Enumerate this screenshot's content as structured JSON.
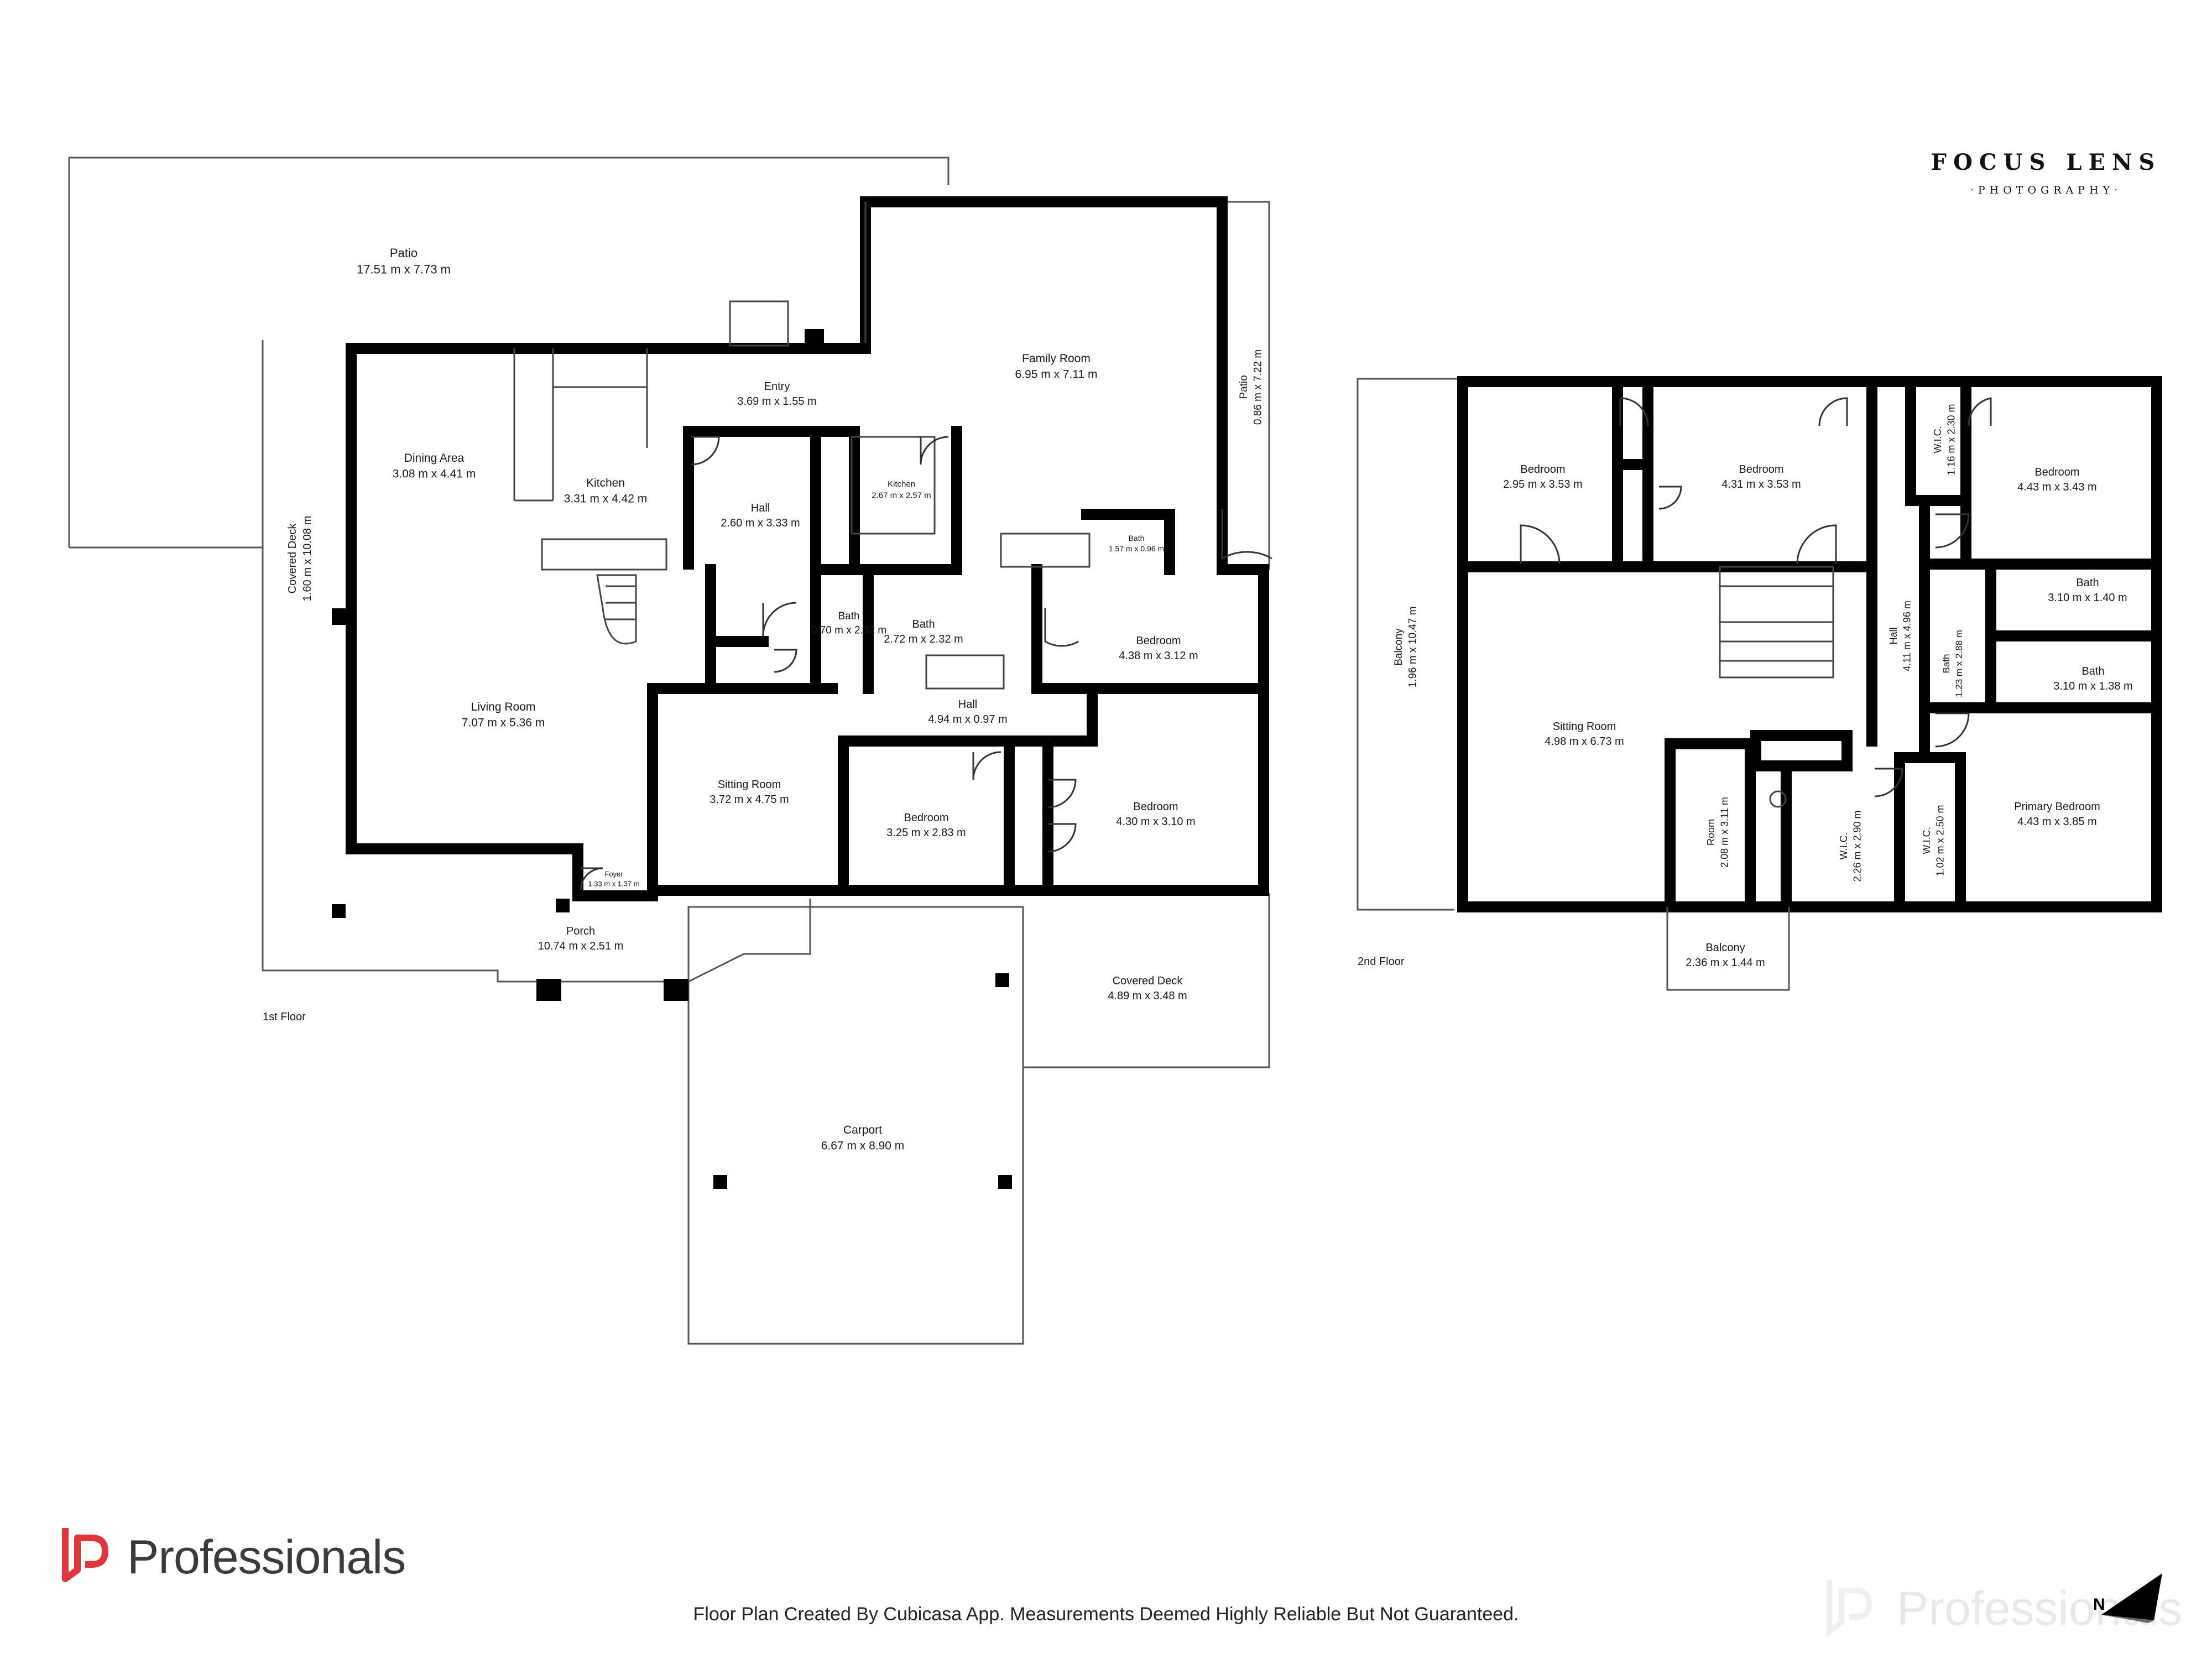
{
  "brand": {
    "line1": "FOCUS LENS",
    "line2": "·PHOTOGRAPHY·"
  },
  "floors": [
    {
      "name": "1st Floor",
      "rooms": [
        {
          "name": "Patio",
          "dims": "17.51 m x 7.73 m"
        },
        {
          "name": "Family Room",
          "dims": "6.95 m x 7.11 m"
        },
        {
          "name": "Patio",
          "dims": "0.86 m x 7.22 m"
        },
        {
          "name": "Entry",
          "dims": "3.69 m x 1.55 m"
        },
        {
          "name": "Dining Area",
          "dims": "3.08 m x 4.41 m"
        },
        {
          "name": "Kitchen",
          "dims": "3.31 m x 4.42 m"
        },
        {
          "name": "Kitchen",
          "dims": "2.67 m x 2.57 m"
        },
        {
          "name": "Hall",
          "dims": "2.60 m x 3.33 m"
        },
        {
          "name": "Bath",
          "dims": "1.57 m x 0.96 m"
        },
        {
          "name": "Covered Deck",
          "dims": "1.60 m x 10.08 m"
        },
        {
          "name": "Bath",
          "dims": "0.70 m x 2.32 m"
        },
        {
          "name": "Bath",
          "dims": "2.72 m x 2.32 m"
        },
        {
          "name": "Bedroom",
          "dims": "4.38 m x 3.12 m"
        },
        {
          "name": "Living Room",
          "dims": "7.07 m x 5.36 m"
        },
        {
          "name": "Hall",
          "dims": "4.94 m x 0.97 m"
        },
        {
          "name": "Sitting Room",
          "dims": "3.72 m x 4.75 m"
        },
        {
          "name": "Bedroom",
          "dims": "3.25 m x 2.83 m"
        },
        {
          "name": "Bedroom",
          "dims": "4.30 m x 3.10 m"
        },
        {
          "name": "Foyer",
          "dims": "1.33 m x 1.37 m"
        },
        {
          "name": "Porch",
          "dims": "10.74 m x 2.51 m"
        },
        {
          "name": "Covered Deck",
          "dims": "4.89 m x 3.48 m"
        },
        {
          "name": "Carport",
          "dims": "6.67 m x 8.90 m"
        }
      ]
    },
    {
      "name": "2nd Floor",
      "rooms": [
        {
          "name": "Bedroom",
          "dims": "2.95 m x 3.53 m"
        },
        {
          "name": "Bedroom",
          "dims": "4.31 m x 3.53 m"
        },
        {
          "name": "W.I.C.",
          "dims": "1.16 m x 2.30 m"
        },
        {
          "name": "Bedroom",
          "dims": "4.43 m x 3.43 m"
        },
        {
          "name": "Balcony",
          "dims": "1.96 m x 10.47 m"
        },
        {
          "name": "Bath",
          "dims": "3.10 m x 1.40 m"
        },
        {
          "name": "Hall",
          "dims": "4.11 m x 4.96 m"
        },
        {
          "name": "Bath",
          "dims": "1.23 m x 2.88 m"
        },
        {
          "name": "Bath",
          "dims": "3.10 m x 1.38 m"
        },
        {
          "name": "Sitting Room",
          "dims": "4.98 m x 6.73 m"
        },
        {
          "name": "Room",
          "dims": "2.08 m x 3.11 m"
        },
        {
          "name": "W.I.C.",
          "dims": "2.26 m x 2.90 m"
        },
        {
          "name": "W.I.C.",
          "dims": "1.02 m x 2.50 m"
        },
        {
          "name": "Primary Bedroom",
          "dims": "4.43 m x 3.85 m"
        },
        {
          "name": "Balcony",
          "dims": "2.36 m x 1.44 m"
        }
      ]
    }
  ],
  "logo": {
    "text": "Professionals",
    "color": "#e0353b"
  },
  "disclaimer": "Floor Plan Created By Cubicasa App. Measurements Deemed Highly Reliable But Not Guaranteed.",
  "north_label": "N"
}
